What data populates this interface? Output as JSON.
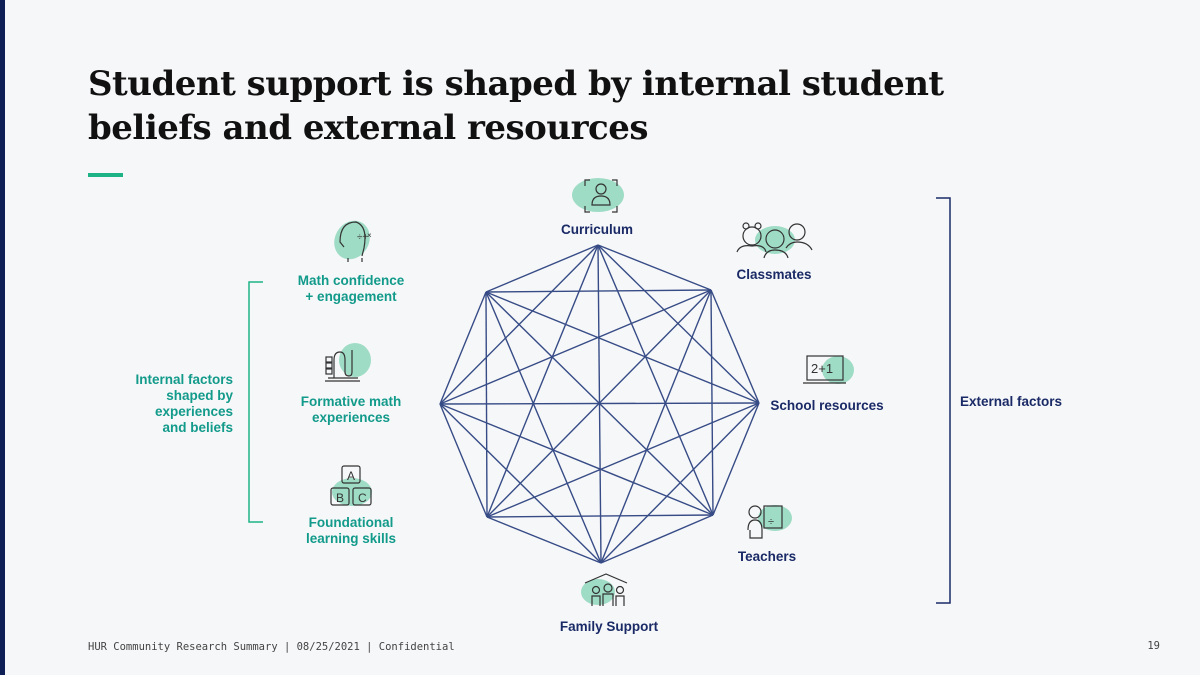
{
  "title_line1": "Student support is shaped by internal student",
  "title_line2": "beliefs and external resources",
  "internal": {
    "bracket_label": [
      "Internal factors",
      "shaped by",
      "experiences",
      "and beliefs"
    ],
    "items": [
      {
        "line1": "Math confidence",
        "line2": "+ engagement",
        "icon": "head-math-icon"
      },
      {
        "line1": "Formative math",
        "line2": "experiences",
        "icon": "abacus-icon"
      },
      {
        "line1": "Foundational",
        "line2": "learning skills",
        "icon": "abc-blocks-icon"
      }
    ]
  },
  "external": {
    "bracket_label": "External factors",
    "nodes": [
      "Curriculum",
      "Classmates",
      "School resources",
      "Teachers",
      "Family Support"
    ]
  },
  "colors": {
    "teal": "#129a8a",
    "navy": "#1a2a66",
    "accent": "#1eb386",
    "blob": "#9fdcc6"
  },
  "footer": "HUR Community Research Summary | 08/25/2021 | Confidential",
  "page_number": "19"
}
